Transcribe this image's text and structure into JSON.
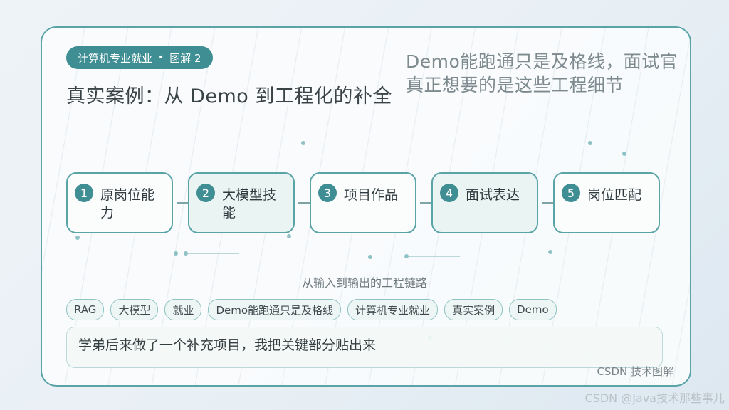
{
  "tag": {
    "main": "计算机专业就业",
    "sep": "•",
    "sub": "图解 2"
  },
  "title": "真实案例：从 Demo 到工程化的补全",
  "note": "Demo能跑通只是及格线，面试官真正想要的是这些工程细节",
  "steps": [
    {
      "num": "1",
      "label": "原岗位能力"
    },
    {
      "num": "2",
      "label": "大模型技能"
    },
    {
      "num": "3",
      "label": "项目作品"
    },
    {
      "num": "4",
      "label": "面试表达"
    },
    {
      "num": "5",
      "label": "岗位匹配"
    }
  ],
  "caption": "从输入到输出的工程链路",
  "chips": [
    "RAG",
    "大模型",
    "就业",
    "Demo能跑通只是及格线",
    "计算机专业就业",
    "真实案例",
    "Demo"
  ],
  "input_text": "学弟后来做了一个补充项目，我把关键部分贴出来",
  "source_label": "CSDN 技术图解",
  "watermark": "CSDN @Java技术那些事儿",
  "colors": {
    "accent": "#3f8e93",
    "border": "#5aa3a6"
  }
}
